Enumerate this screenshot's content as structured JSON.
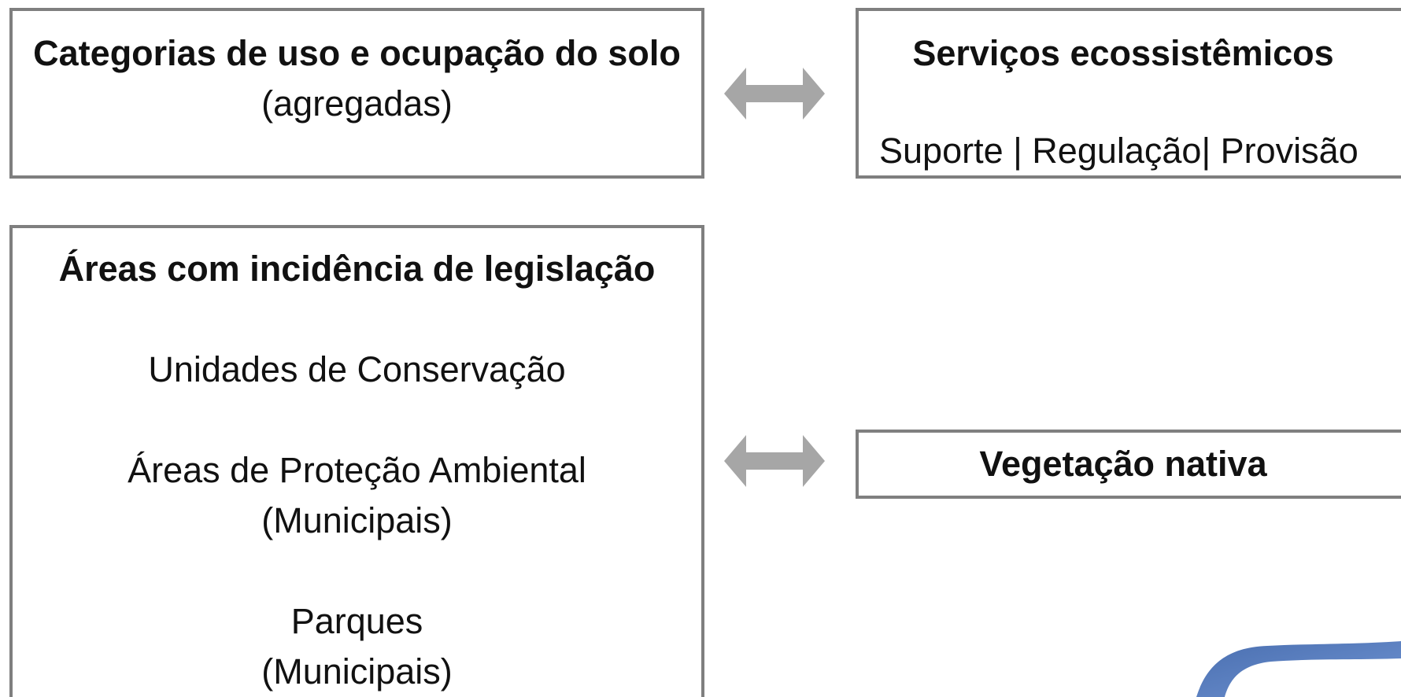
{
  "land_use": {
    "title": "Categorias de uso e ocupação do solo",
    "subtitle": "(agregadas)"
  },
  "services": {
    "title": "Serviços ecossistêmicos",
    "list": "Suporte | Regulação| Provisão"
  },
  "legislation": {
    "title": "Áreas com incidência de legislação",
    "items": [
      "Unidades de Conservação",
      "Áreas de Proteção Ambiental",
      "(Municipais)",
      "Parques",
      "(Municipais)"
    ]
  },
  "vegetation": {
    "title": "Vegetação nativa"
  },
  "arrows": {
    "color": "#a6a6a6"
  },
  "colors": {
    "box_border": "#7f7f7f",
    "ribbon": "#5b7fbf"
  },
  "icons": [
    "double-arrow-icon",
    "ribbon-shape"
  ]
}
